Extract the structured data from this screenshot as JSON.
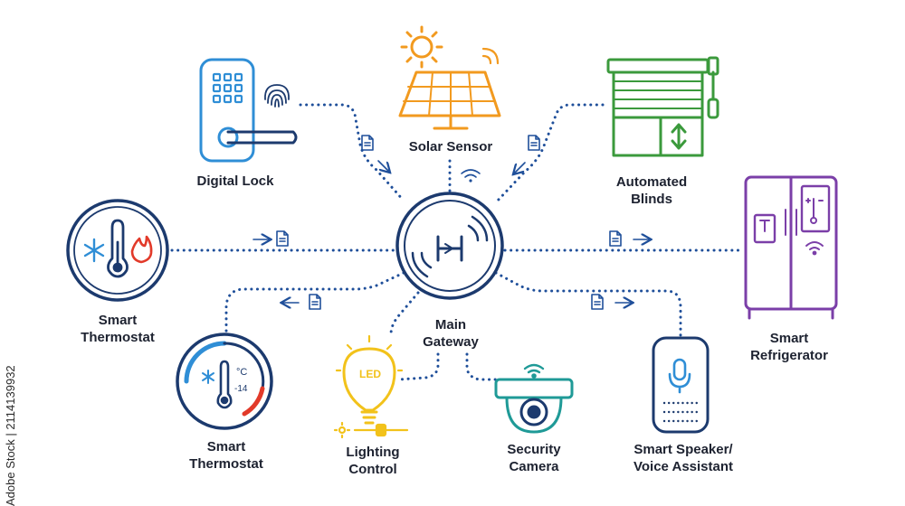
{
  "hub": {
    "label_1": "Main",
    "label_2": "Gateway"
  },
  "devices": {
    "digital_lock": {
      "label": "Digital Lock"
    },
    "solar_sensor": {
      "label": "Solar Sensor"
    },
    "automated_blinds": {
      "label_1": "Automated",
      "label_2": "Blinds"
    },
    "smart_thermostat_left": {
      "label_1": "Smart",
      "label_2": "Thermostat"
    },
    "smart_refrigerator": {
      "label_1": "Smart",
      "label_2": "Refrigerator"
    },
    "smart_thermostat_bottom": {
      "label_1": "Smart",
      "label_2": "Thermostat",
      "unit": "°C",
      "reading": "-14"
    },
    "lighting_control": {
      "label_1": "Lighting",
      "label_2": "Control",
      "bulb_text": "LED"
    },
    "security_camera": {
      "label_1": "Security",
      "label_2": "Camera"
    },
    "smart_speaker": {
      "label_1": "Smart Speaker/",
      "label_2": "Voice Assistant"
    }
  },
  "watermark": "Adobe Stock | 2114139932",
  "colors": {
    "navy": "#1c3a6e",
    "line_blue": "#1f4f9a",
    "lock_blue": "#2f8ed6",
    "solar_orange": "#f29a1f",
    "blinds_green": "#3b9a3c",
    "fridge_purple": "#7b3fa8",
    "bulb_yellow": "#f2c21b",
    "camera_teal": "#1f9a97",
    "thermo_red": "#e23a2a",
    "snow_blue": "#2f8ed6"
  }
}
